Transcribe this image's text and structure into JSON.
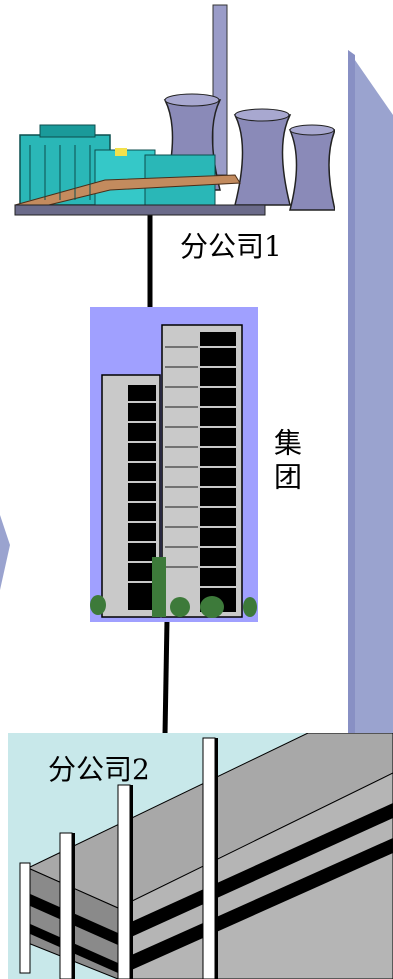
{
  "labels": {
    "branch1": "分公司1",
    "group": "集团",
    "branch2": "分公司2"
  },
  "colors": {
    "arrow": "#9aa3cf",
    "building_bg": "#a0a0ff",
    "branch2_bg": "#c8e8ea",
    "plant": "#2ab7b7",
    "connector": "#000000"
  },
  "icons": [
    "power-plant-icon",
    "skyscraper-icon",
    "office-building-icon"
  ]
}
